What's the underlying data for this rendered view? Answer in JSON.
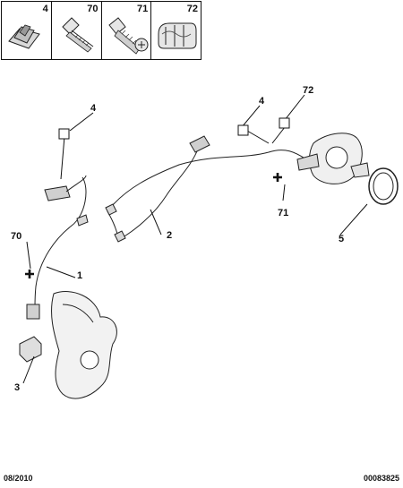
{
  "legend": {
    "items": [
      {
        "number": "4",
        "icon": "clip-icon"
      },
      {
        "number": "70",
        "icon": "bolt-icon"
      },
      {
        "number": "71",
        "icon": "screw-icon"
      },
      {
        "number": "72",
        "icon": "cable-clip-icon"
      }
    ]
  },
  "callouts": {
    "c4a": "4",
    "c4b": "4",
    "c72": "72",
    "c70": "70",
    "c1": "1",
    "c2": "2",
    "c71": "71",
    "c5": "5",
    "c3": "3"
  },
  "footer": {
    "date": "08/2010",
    "ref": "00083825"
  }
}
